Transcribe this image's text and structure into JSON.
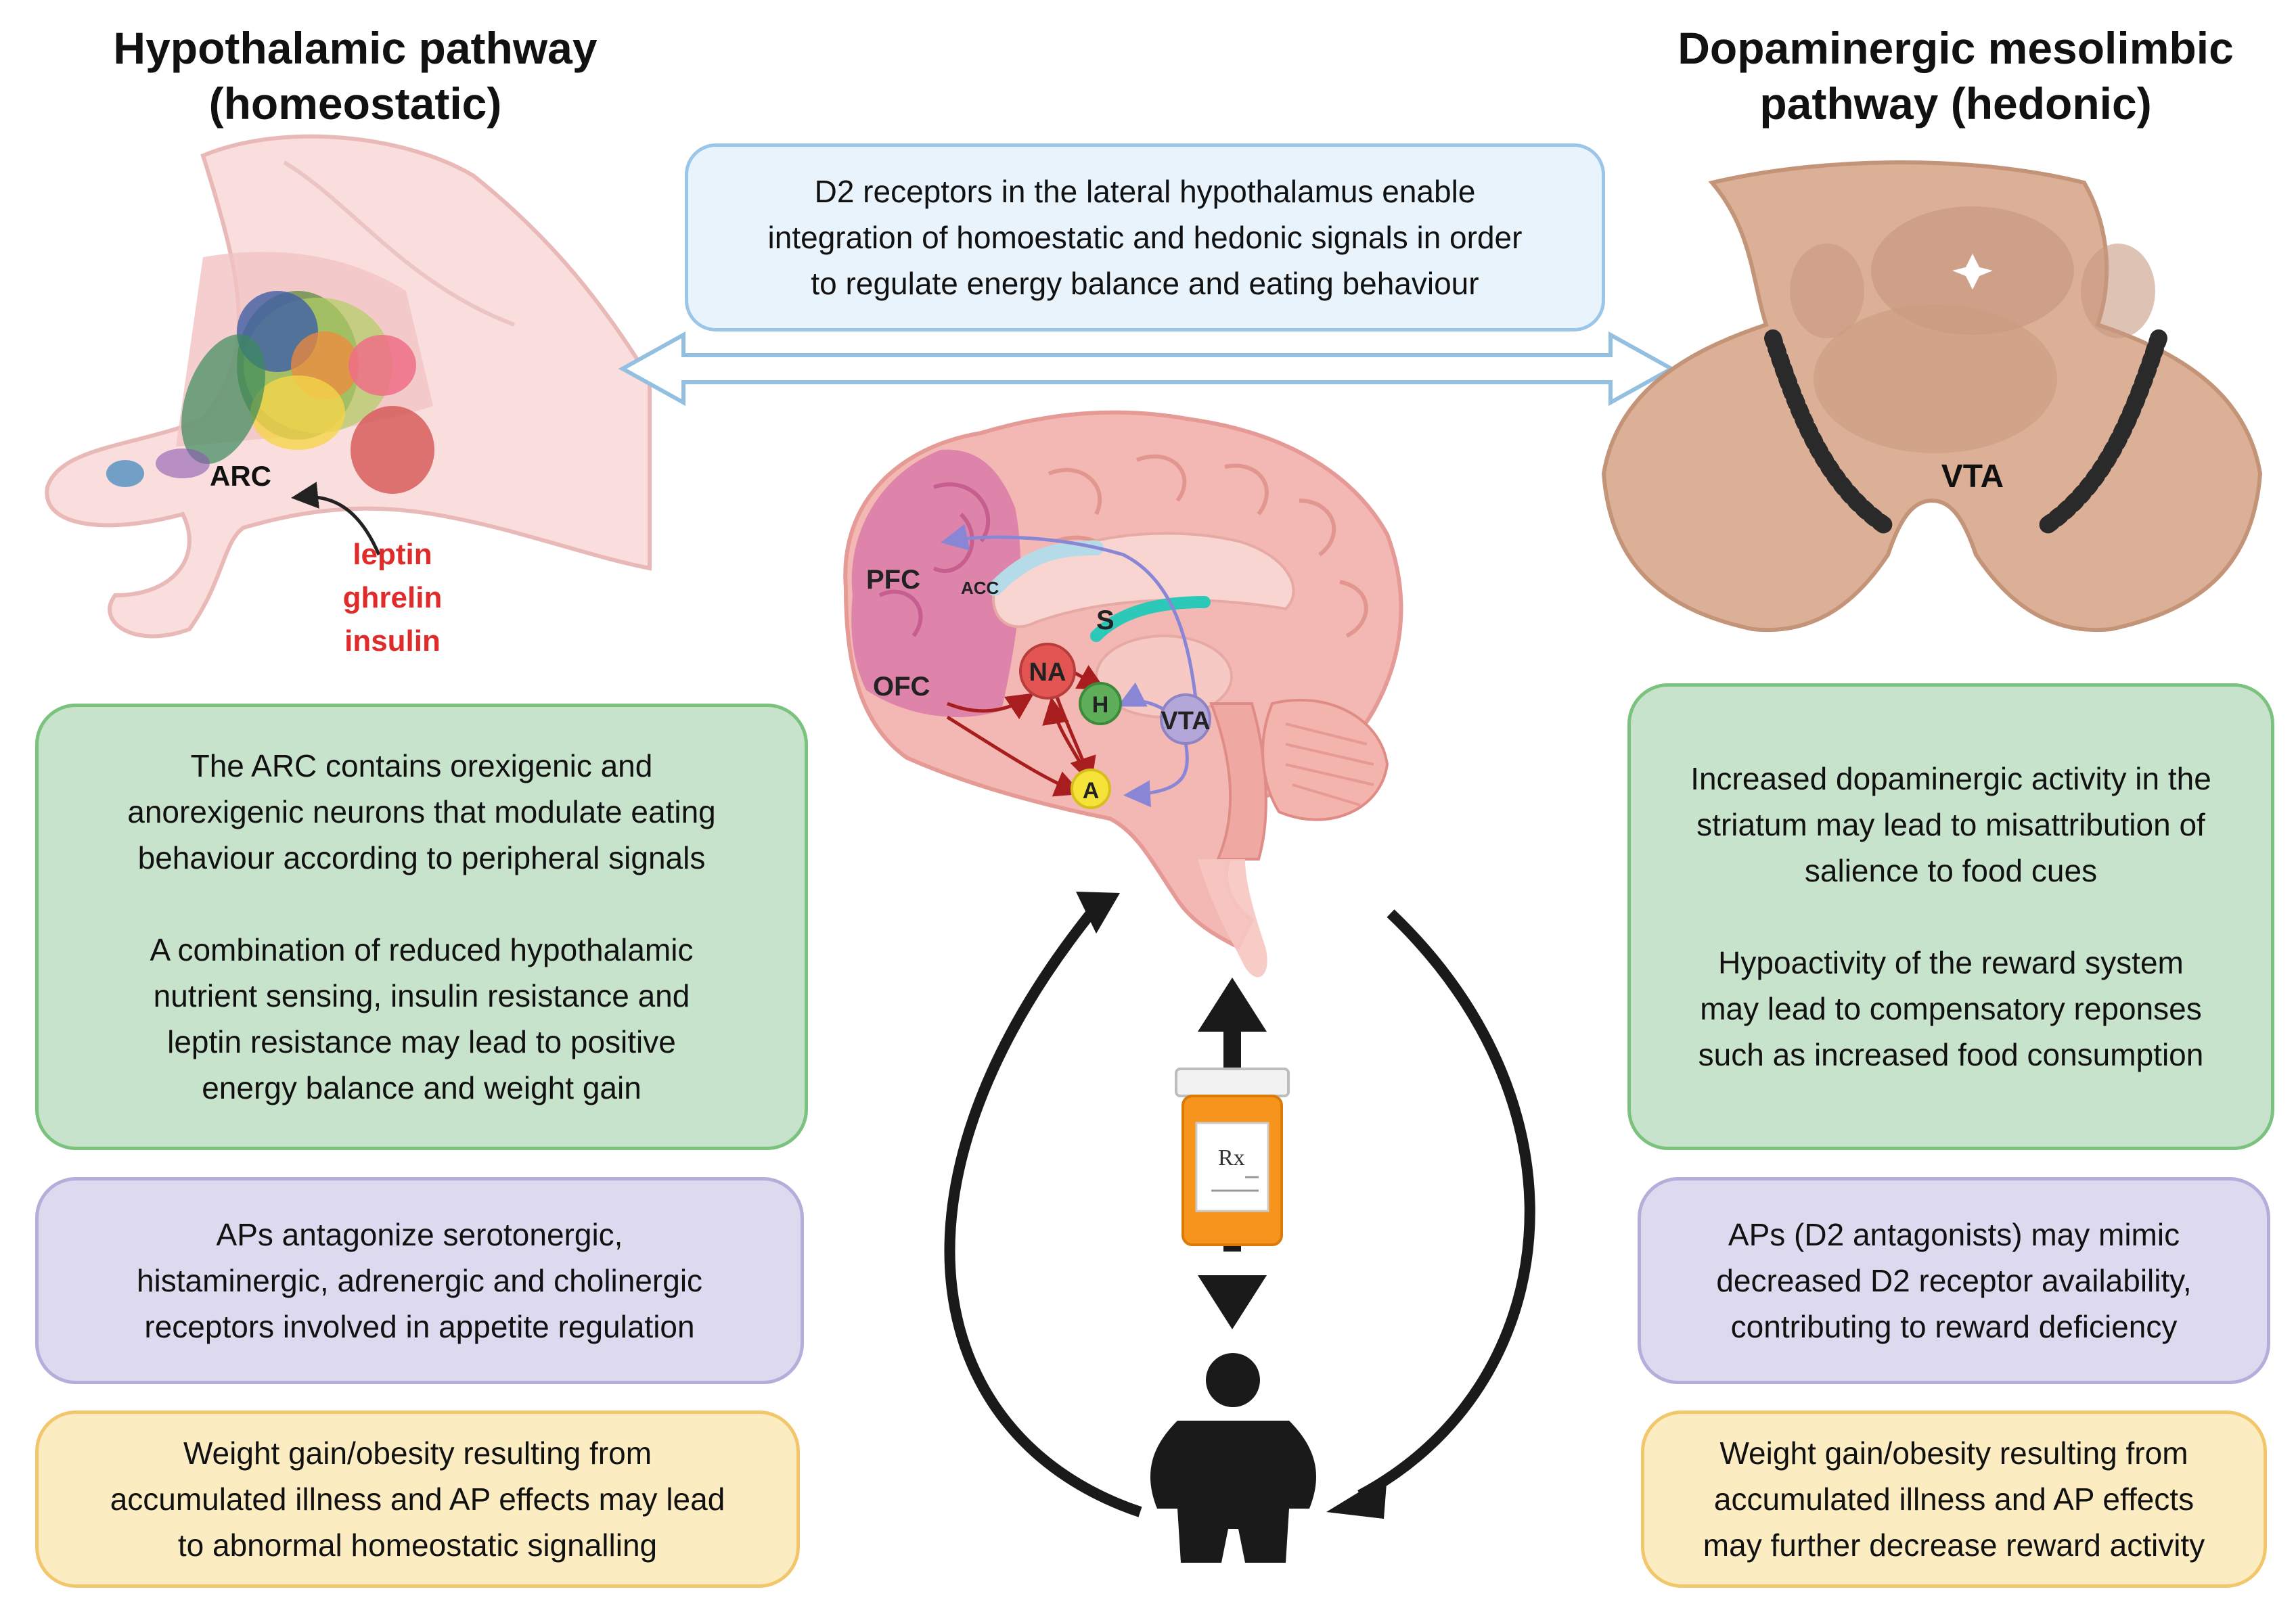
{
  "left_title": {
    "line1": "Hypothalamic pathway",
    "line2": "(homeostatic)"
  },
  "right_title": {
    "line1": "Dopaminergic mesolimbic",
    "line2": "pathway (hedonic)"
  },
  "center_box": {
    "lines": [
      "D2 receptors in the lateral hypothalamus enable",
      "integration of homoestatic and hedonic signals in order",
      "to regulate energy balance and eating behaviour"
    ]
  },
  "hypothalamus": {
    "arc_label": "ARC",
    "signals": [
      "leptin",
      "ghrelin",
      "insulin"
    ],
    "signal_color": "#e02b2b"
  },
  "midbrain": {
    "vta_label": "VTA"
  },
  "brain_labels": {
    "pfc": "PFC",
    "acc": "ACC",
    "ofc": "OFC",
    "s": "S",
    "na": "NA",
    "h": "H",
    "vta": "VTA",
    "a": "A"
  },
  "prescription": {
    "rx": "Rx"
  },
  "left_boxes": {
    "green": {
      "para1": [
        "The ARC contains orexigenic and",
        "anorexigenic neurons that modulate eating",
        "behaviour according to peripheral signals"
      ],
      "para2": [
        "A combination of reduced hypothalamic",
        "nutrient sensing, insulin resistance and",
        "leptin resistance may lead to positive",
        "energy balance and weight gain"
      ]
    },
    "purple": [
      "APs antagonize serotonergic,",
      "histaminergic, adrenergic and cholinergic",
      "receptors involved in appetite regulation"
    ],
    "yellow": [
      "Weight gain/obesity resulting from",
      "accumulated illness and AP effects may lead",
      "to abnormal homeostatic signalling"
    ]
  },
  "right_boxes": {
    "green": {
      "para1": [
        "Increased dopaminergic activity in the",
        "striatum may lead to misattribution of",
        "salience to food cues"
      ],
      "para2": [
        "Hypoactivity of the reward system",
        "may lead to compensatory reponses",
        "such as increased food consumption"
      ]
    },
    "purple": [
      "APs (D2 antagonists) may mimic",
      "decreased D2 receptor availability,",
      "contributing to reward deficiency"
    ],
    "yellow": [
      "Weight gain/obesity resulting from",
      "accumulated illness and AP effects",
      "may further decrease reward activity"
    ]
  },
  "colors": {
    "green_fill": "#c8e3cb",
    "green_border": "#7bc27f",
    "purple_fill": "#ddd9ee",
    "purple_border": "#b7addb",
    "yellow_fill": "#fbecc2",
    "yellow_border": "#f2c66a",
    "blue_fill": "#e8f3fb",
    "blue_border": "#9cc6e8",
    "brain_pink": "#f4b8b4",
    "pill_orange": "#f7941d"
  }
}
